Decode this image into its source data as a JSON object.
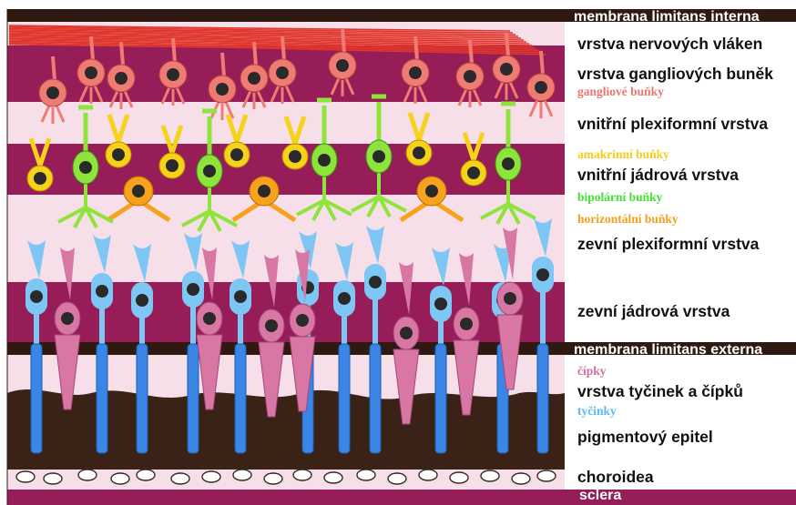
{
  "layers": {
    "membrana_interna": "membrana limitans interna",
    "nerve_fibers": "vrstva nervových vláken",
    "ganglion_layer": "vrstva gangliových buněk",
    "inner_plexiform": "vnitřní plexiformní vrstva",
    "inner_nuclear": "vnitřní jádrová vrstva",
    "outer_plexiform": "zevní plexiformní vrstva",
    "outer_nuclear": "zevní jádrová vrstva",
    "membrana_externa": "membrana limitans externa",
    "rods_cones": "vrstva tyčinek a čípků",
    "pigment": "pigmentový epitel",
    "choroid": "choroidea",
    "sclera": "sclera"
  },
  "cells": {
    "ganglion": "gangliové buňky",
    "amacrine": "amakrinní buňky",
    "bipolar": "bipolární buňky",
    "horizontal": "horizontální buňky",
    "cones": "čípky",
    "rods": "tyčinky"
  },
  "colors": {
    "ganglion": "#ef7b73",
    "amacrine": "#f7d21b",
    "bipolar": "#8ee43a",
    "horizontal": "#f6a21c",
    "cones": "#d877a3",
    "rods": "#7ec6f3",
    "band_dark": "#961d57",
    "band_light": "#f6dfe9",
    "pigment": "#3b2216"
  }
}
